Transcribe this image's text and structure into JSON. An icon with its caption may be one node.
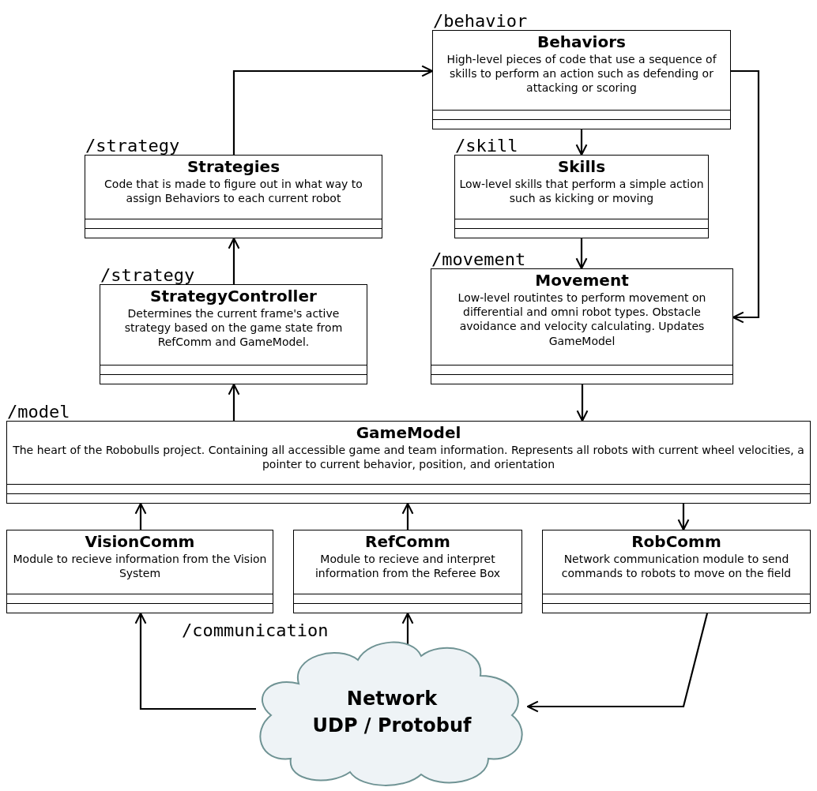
{
  "diagram": {
    "nodes": [
      {
        "text": [
          "/behavior",
          "Behaviors",
          "High-level pieces of code that use a sequence of skills to perform an action such as defending or attacking or scoring"
        ]
      },
      {
        "text": [
          "/strategy",
          "Strategies",
          "Code that is made to figure out in what way to assign Behaviors to each current robot"
        ]
      },
      {
        "text": [
          "/skill",
          "Skills",
          "Low-level skills that perform a simple action such as kicking or moving"
        ]
      },
      {
        "text": [
          "/strategy",
          "StrategyController",
          "Determines the current frame's active strategy based on the game state from RefComm and GameModel."
        ]
      },
      {
        "text": [
          "/movement",
          "Movement",
          "Low-level routintes to perform movement on differential and omni robot types. Obstacle avoidance and velocity calculating. Updates GameModel"
        ]
      },
      {
        "text": [
          "/model",
          "GameModel",
          "The heart of the Robobulls project. Containing all accessible game and team information. Represents all robots with current wheel velocities, a pointer to current behavior, position, and orientation"
        ]
      },
      {
        "text": [
          "VisionComm",
          "Module to recieve information from the Vision System"
        ]
      },
      {
        "text": [
          "RefComm",
          "Module to recieve and interpret information from the Referee Box"
        ]
      },
      {
        "text": [
          "RobComm",
          "Network communication module to send commands to robots to move on the field"
        ]
      },
      {
        "text": [
          "Network",
          "UDP / Protobuf"
        ]
      }
    ],
    "edges": [
      {
        "from": 1,
        "to": 0,
        "arrow": "to"
      },
      {
        "from": 0,
        "to": 4,
        "arrow": "to"
      },
      {
        "from": 0,
        "to": 2,
        "arrow": "to"
      },
      {
        "from": 2,
        "to": 4,
        "arrow": "to"
      },
      {
        "from": 3,
        "to": 1,
        "arrow": "to"
      },
      {
        "from": 5,
        "to": 3,
        "arrow": "to"
      },
      {
        "from": 4,
        "to": 5,
        "arrow": "to"
      },
      {
        "from": 6,
        "to": 5,
        "arrow": "to"
      },
      {
        "from": 7,
        "to": 5,
        "arrow": "to"
      },
      {
        "from": 5,
        "to": 8,
        "arrow": "to"
      },
      {
        "from": 9,
        "to": 6,
        "arrow": "to"
      },
      {
        "from": 9,
        "to": 7,
        "arrow": "to"
      },
      {
        "from": 8,
        "to": 9,
        "arrow": "to"
      }
    ],
    "labels": [
      "/communication"
    ]
  }
}
